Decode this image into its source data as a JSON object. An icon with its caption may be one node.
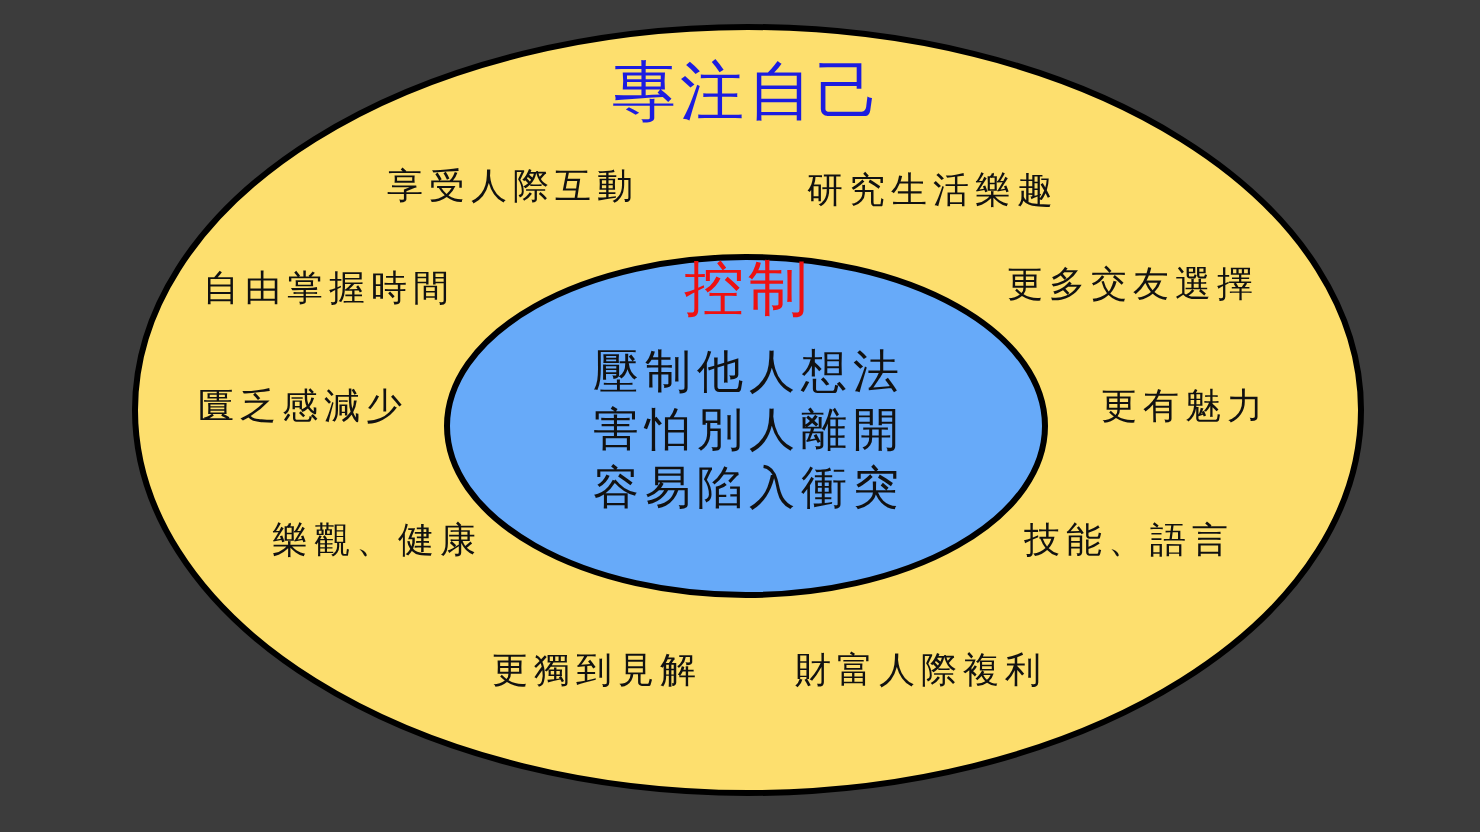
{
  "diagram": {
    "nodes": [
      {
        "text": [
          "專注自己",
          "享受人際互動",
          "研究生活樂趣",
          "自由掌握時間",
          "更多交友選擇",
          "匱乏感減少",
          "更有魅力",
          "樂觀、健康",
          "技能、語言",
          "更獨到見解",
          "財富人際複利"
        ]
      },
      {
        "text": [
          "控制",
          "壓制他人想法",
          "害怕別人離開",
          "容易陷入衝突"
        ],
        "in": 0
      }
    ],
    "edges": []
  }
}
